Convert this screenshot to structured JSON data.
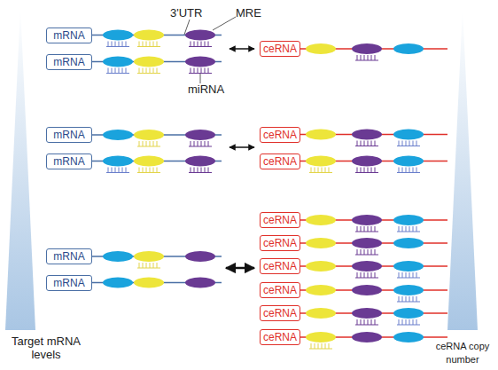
{
  "diagram": {
    "nodes": [
      {
        "text": [
          "mRNA"
        ]
      },
      {
        "text": [
          "ceRNA"
        ]
      },
      {
        "text": [
          "mRNA"
        ]
      },
      {
        "text": [
          "mRNA"
        ]
      },
      {
        "text": [
          "ceRNA"
        ]
      },
      {
        "text": [
          "mRNA"
        ]
      },
      {
        "text": [
          "ceRNA"
        ]
      },
      {
        "text": [
          "ceRNA"
        ]
      },
      {
        "text": [
          "ceRNA"
        ]
      },
      {
        "text": [
          "mRNA"
        ]
      },
      {
        "text": [
          "ceRNA"
        ]
      },
      {
        "text": [
          "mRNA"
        ]
      },
      {
        "text": [
          "ceRNA"
        ]
      },
      {
        "text": [
          "ceRNA"
        ]
      },
      {
        "text": [
          "ceRNA"
        ]
      }
    ],
    "labels": [
      "3'UTR",
      "MRE",
      "miRNA",
      "Target mRNA levels",
      "ceRNA copy number"
    ]
  }
}
